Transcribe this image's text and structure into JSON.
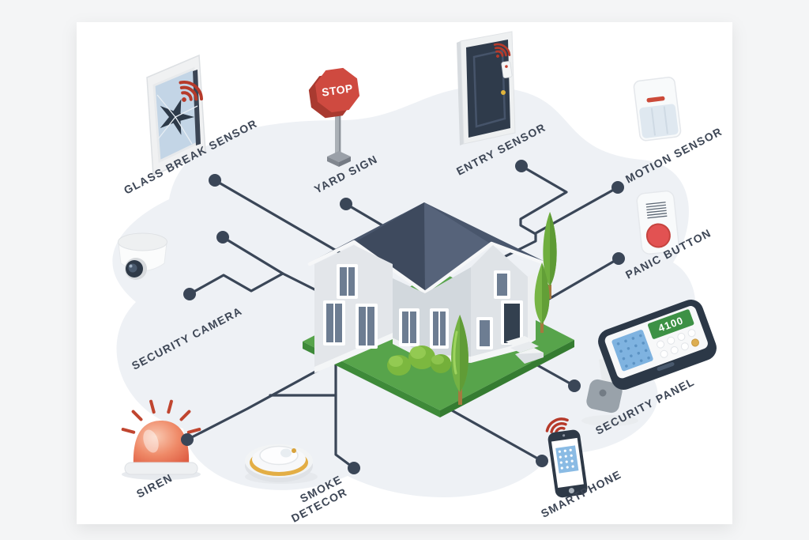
{
  "diagram": {
    "type": "hub-and-spoke",
    "center": {
      "id": "house",
      "description": "isometric-house-on-lawn"
    },
    "nodes": [
      {
        "id": "glass-break-sensor",
        "label": "GLASS BREAK SENSOR",
        "icon": "broken-window-with-wifi",
        "position": "top-left"
      },
      {
        "id": "yard-sign",
        "label": "YARD SIGN",
        "icon": "stop-sign",
        "sign_text": "STOP",
        "position": "top-center"
      },
      {
        "id": "entry-sensor",
        "label": "ENTRY SENSOR",
        "icon": "door-with-wifi-sensor",
        "position": "top-right"
      },
      {
        "id": "motion-sensor",
        "label": "MOTION SENSOR",
        "icon": "wall-motion-detector",
        "position": "right-upper"
      },
      {
        "id": "panic-button",
        "label": "PANIC BUTTON",
        "icon": "red-button-device",
        "position": "right-middle"
      },
      {
        "id": "security-camera",
        "label": "SECURITY CAMERA",
        "icon": "dome-camera",
        "position": "left-middle"
      },
      {
        "id": "security-panel",
        "label": "SECURITY PANEL",
        "icon": "keypad-panel",
        "display_text": "4100",
        "position": "right-lower"
      },
      {
        "id": "siren",
        "label": "SIREN",
        "icon": "alarm-beacon",
        "position": "bottom-left"
      },
      {
        "id": "smoke-detector",
        "label_line1": "SMOKE",
        "label_line2": "DETECOR",
        "icon": "round-smoke-detector",
        "position": "bottom-center"
      },
      {
        "id": "smartphone",
        "label": "SMARTPHONE",
        "icon": "phone-with-wifi",
        "position": "bottom-right"
      }
    ],
    "colors": {
      "connector": "#3a4657",
      "label_text": "#3d4655",
      "accent_red": "#c2402f",
      "lawn_green": "#57a44b",
      "roof_slate": "#49566c",
      "keypad_blue": "#7fb3e0",
      "screen_green": "#3d9145",
      "card_background": "#ffffff",
      "page_background": "#f4f5f6"
    }
  }
}
